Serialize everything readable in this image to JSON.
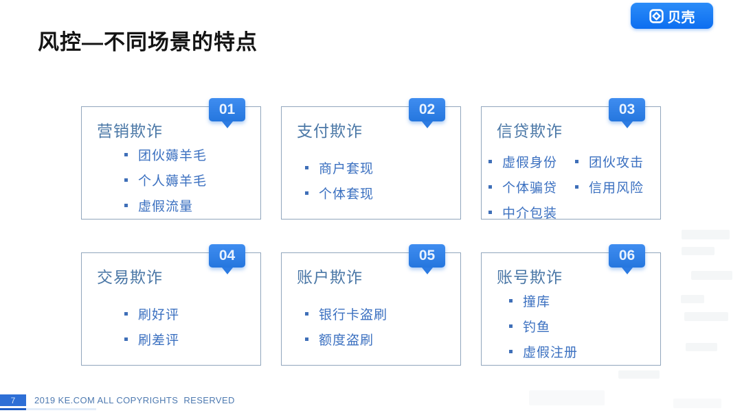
{
  "slide": {
    "title": "风控—不同场景的特点",
    "logo": {
      "text": "贝壳"
    },
    "cards": [
      {
        "number": "01",
        "title": "营销欺诈",
        "columns": [
          [
            "团伙薅羊毛",
            "个人薅羊毛",
            "虚假流量"
          ]
        ]
      },
      {
        "number": "02",
        "title": "支付欺诈",
        "columns": [
          [
            "商户套现",
            "个体套现"
          ]
        ]
      },
      {
        "number": "03",
        "title": "信贷欺诈",
        "columns": [
          [
            "虚假身份",
            "个体骗贷",
            "中介包装"
          ],
          [
            "团伙攻击",
            "信用风险"
          ]
        ]
      },
      {
        "number": "04",
        "title": "交易欺诈",
        "columns": [
          [
            "刷好评",
            "刷差评"
          ]
        ]
      },
      {
        "number": "05",
        "title": "账户欺诈",
        "columns": [
          [
            "银行卡盗刷",
            "额度盗刷"
          ]
        ]
      },
      {
        "number": "06",
        "title": "账号欺诈",
        "columns": [
          [
            "撞库",
            "钓鱼",
            "虚假注册"
          ]
        ]
      }
    ],
    "footer": {
      "page_number": "7",
      "copyright": "2019 KE.COM ALL COPYRIGHTS  RESERVED"
    },
    "colors": {
      "badge_blue": "#2d7ee4",
      "logo_blue": "#0d6ef0",
      "item_text_blue": "#3b70c0",
      "card_title_blue": "#4a77a6",
      "card_border": "#90a5bc",
      "footer_blue": "#2e6fd6",
      "title_black": "#141414"
    }
  }
}
